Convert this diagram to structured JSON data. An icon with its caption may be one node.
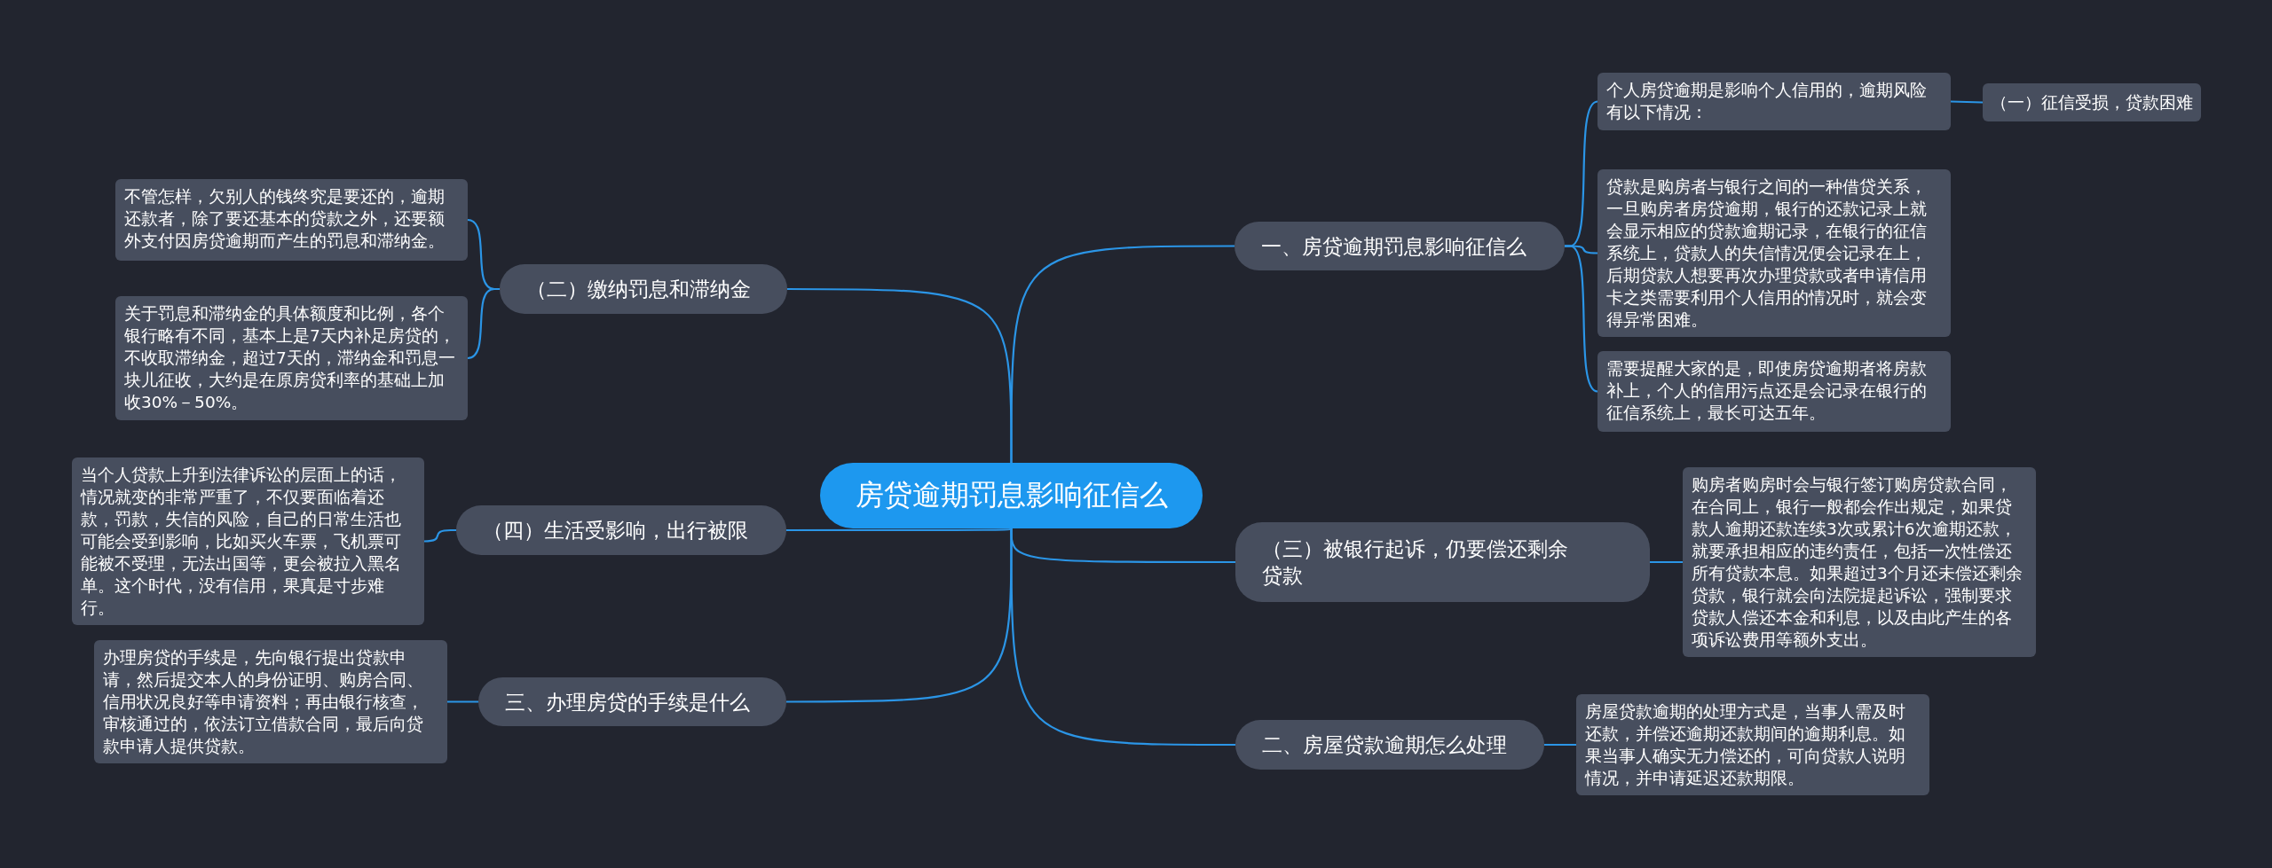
{
  "diagram": {
    "nodes": [
      {
        "text": [
          "房贷逾期罚息影响征信么"
        ]
      },
      {
        "text": [
          "一、房贷逾期罚息影响征信么"
        ]
      },
      {
        "text": [
          "个人房贷逾期是影响个人信用的，逾期风险有以下情况："
        ]
      },
      {
        "text": [
          "（一）征信受损，贷款困难"
        ]
      },
      {
        "text": [
          "贷款是购房者与银行之间的一种借贷关系，一旦购房者房贷逾期，银行的还款记录上就会显示相应的贷款逾期记录，在银行的征信系统上，贷款人的失信情况便会记录在上，后期贷款人想要再次办理贷款或者申请信用卡之类需要利用个人信用的情况时，就会变得异常困难。"
        ]
      },
      {
        "text": [
          "需要提醒大家的是，即使房贷逾期者将房款补上，个人的信用污点还是会记录在银行的征信系统上，最长可达五年。"
        ]
      },
      {
        "text": [
          "（三）被银行起诉，仍要偿还剩余贷款"
        ]
      },
      {
        "text": [
          "购房者购房时会与银行签订购房贷款合同，在合同上，银行一般都会作出规定，如果贷款人逾期还款连续3次或累计6次逾期还款，就要承担相应的违约责任，包括一次性偿还所有贷款本息。如果超过3个月还未偿还剩余贷款，银行就会向法院提起诉讼，强制要求贷款人偿还本金和利息，以及由此产生的各项诉讼费用等额外支出。"
        ]
      },
      {
        "text": [
          "二、房屋贷款逾期怎么处理"
        ]
      },
      {
        "text": [
          "房屋贷款逾期的处理方式是，当事人需及时还款，并偿还逾期还款期间的逾期利息。如果当事人确实无力偿还的，可向贷款人说明情况，并申请延迟还款期限。"
        ]
      },
      {
        "text": [
          "（二）缴纳罚息和滞纳金"
        ]
      },
      {
        "text": [
          "不管怎样，欠别人的钱终究是要还的，逾期还款者，除了要还基本的贷款之外，还要额外支付因房贷逾期而产生的罚息和滞纳金。"
        ]
      },
      {
        "text": [
          "关于罚息和滞纳金的具体额度和比例，各个银行略有不同，基本上是7天内补足房贷的，不收取滞纳金，超过7天的，滞纳金和罚息一块儿征收，大约是在原房贷利率的基础上加收30%－50%。"
        ]
      },
      {
        "text": [
          "（四）生活受影响，出行被限"
        ]
      },
      {
        "text": [
          "当个人贷款上升到法律诉讼的层面上的话，情况就变的非常严重了，不仅要面临着还款，罚款，失信的风险，自己的日常生活也可能会受到影响，比如买火车票，飞机票可能被不受理，无法出国等，更会被拉入黑名单。这个时代，没有信用，果真是寸步难行。"
        ]
      },
      {
        "text": [
          "三、办理房贷的手续是什么"
        ]
      },
      {
        "text": [
          "办理房贷的手续是，先向银行提出贷款申请，然后提交本人的身份证明、购房合同、信用状况良好等申请资料；再由银行核查，审核通过的，依法订立借款合同，最后向贷款申请人提供贷款。"
        ]
      }
    ],
    "edges": [
      {
        "from": 0,
        "to": 1,
        "arrow": "none"
      },
      {
        "from": 1,
        "to": 2,
        "arrow": "none"
      },
      {
        "from": 2,
        "to": 3,
        "arrow": "none"
      },
      {
        "from": 1,
        "to": 4,
        "arrow": "none"
      },
      {
        "from": 1,
        "to": 5,
        "arrow": "none"
      },
      {
        "from": 0,
        "to": 6,
        "arrow": "none"
      },
      {
        "from": 6,
        "to": 7,
        "arrow": "none"
      },
      {
        "from": 0,
        "to": 8,
        "arrow": "none"
      },
      {
        "from": 8,
        "to": 9,
        "arrow": "none"
      },
      {
        "from": 0,
        "to": 10,
        "arrow": "none"
      },
      {
        "from": 10,
        "to": 11,
        "arrow": "none"
      },
      {
        "from": 10,
        "to": 12,
        "arrow": "none"
      },
      {
        "from": 0,
        "to": 13,
        "arrow": "none"
      },
      {
        "from": 13,
        "to": 14,
        "arrow": "none"
      },
      {
        "from": 0,
        "to": 15,
        "arrow": "none"
      },
      {
        "from": 15,
        "to": 16,
        "arrow": "none"
      }
    ]
  }
}
